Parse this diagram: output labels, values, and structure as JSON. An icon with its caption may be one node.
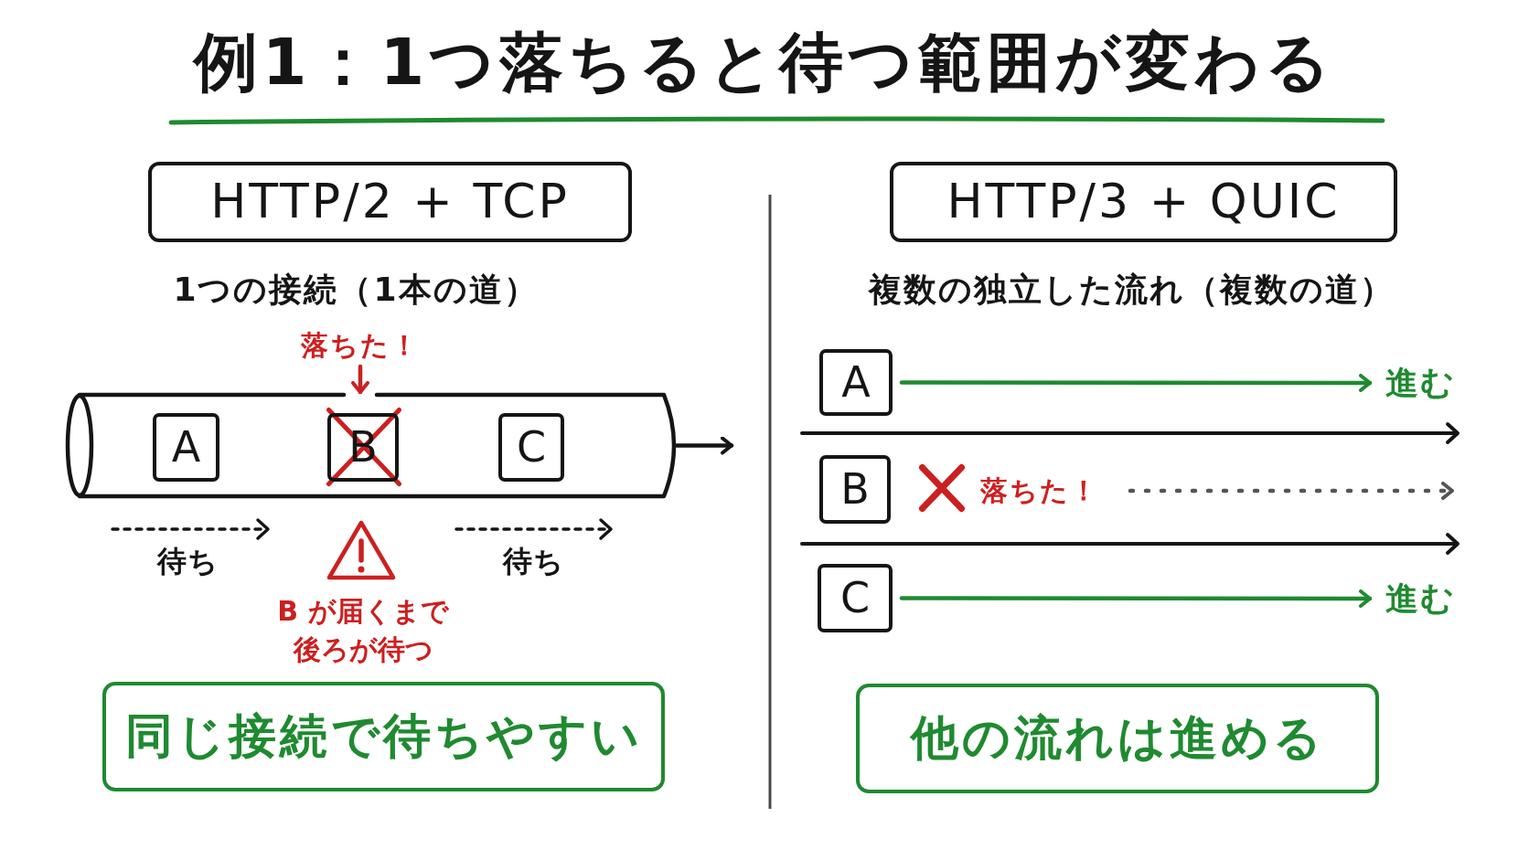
{
  "diagram": {
    "title": "例1：1つ落ちると待つ範囲が変わる",
    "nodes": [
      {
        "text": [
          "HTTP/2 + TCP"
        ]
      },
      {
        "text": [
          "落ちた！"
        ]
      },
      {
        "text": [],
        "shape": "cylinder"
      },
      {
        "text": [
          "A"
        ],
        "in": 2
      },
      {
        "text": [
          "B"
        ],
        "in": 2
      },
      {
        "text": [
          "C"
        ],
        "in": 2
      },
      {
        "text": [
          "同じ接続で待ちやすい"
        ]
      },
      {
        "text": [
          "HTTP/3 + QUIC"
        ]
      },
      {
        "text": [
          "A"
        ]
      },
      {
        "text": [
          "進む"
        ]
      },
      {
        "text": [
          "B"
        ]
      },
      {
        "text": [
          "落ちた！"
        ]
      },
      {
        "text": [
          "C"
        ]
      },
      {
        "text": [
          "進む"
        ]
      },
      {
        "text": [
          "他の流れは進める"
        ]
      }
    ],
    "edges": [
      {
        "from": 1,
        "to": 2,
        "arrow": "to",
        "color": "#cc2020"
      },
      {
        "from": 2,
        "to": null,
        "arrow": "to",
        "color": "#151515"
      },
      {
        "from": 8,
        "to": 9,
        "arrow": "to",
        "color": "#1f8a30"
      },
      {
        "from": 11,
        "to": null,
        "arrow": "to",
        "style": "dashed",
        "color": "#555555"
      },
      {
        "from": 12,
        "to": 13,
        "arrow": "to",
        "color": "#1f8a30"
      }
    ],
    "labels": [
      "1つの接続（1本の道）",
      "待ち",
      "待ち",
      "B が届くまで後ろが待つ",
      "複数の独立した流れ（複数の道）"
    ]
  }
}
